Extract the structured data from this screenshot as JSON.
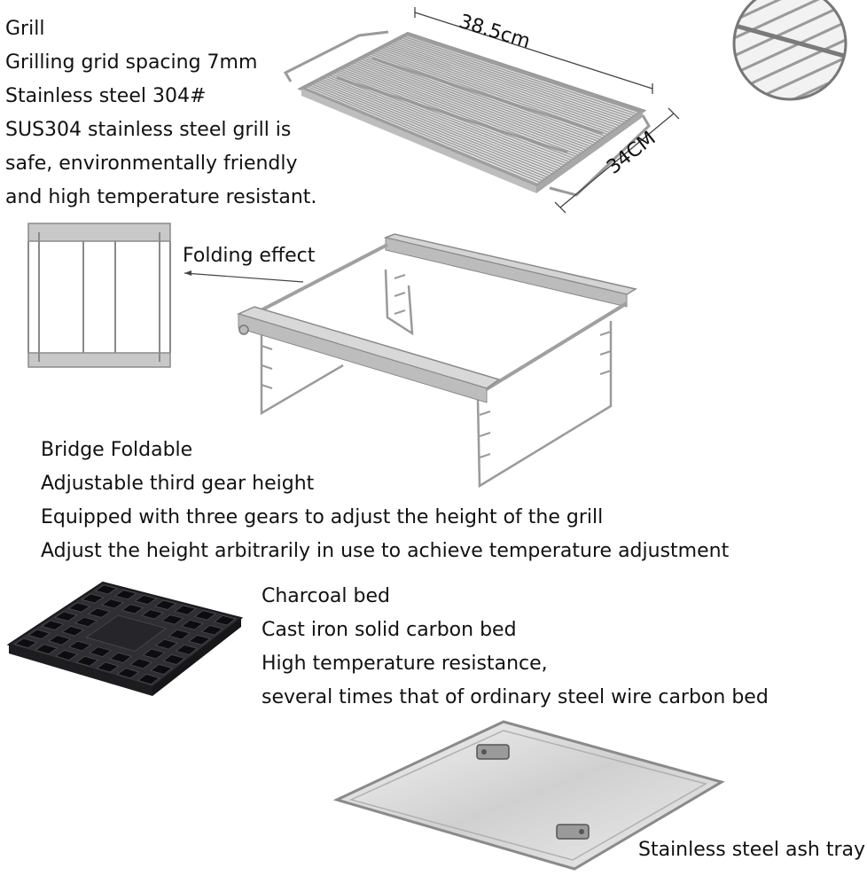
{
  "grill": {
    "lines": [
      "Grill",
      "Grilling grid spacing 7mm",
      "Stainless steel 304#",
      "SUS304 stainless steel grill is",
      "safe, environmentally friendly",
      "and high temperature resistant."
    ],
    "width_label": "38.5cm",
    "depth_label": "34CM"
  },
  "bridge": {
    "folding_label": "Folding effect",
    "lines": [
      "Bridge  Foldable",
      "Adjustable third gear height",
      "Equipped with three gears to adjust the height of the grill",
      "Adjust the height arbitrarily in use to achieve temperature adjustment"
    ]
  },
  "charcoal": {
    "lines": [
      "Charcoal bed",
      "Cast iron solid carbon bed",
      "High temperature resistance,",
      "several times that of ordinary steel wire carbon bed"
    ]
  },
  "ash_tray": {
    "label": "Stainless steel ash tray"
  },
  "colors": {
    "steel": "#c8c8c8",
    "steel_dark": "#8a8a8a",
    "iron": "#2a2a2e",
    "text": "#111111"
  }
}
